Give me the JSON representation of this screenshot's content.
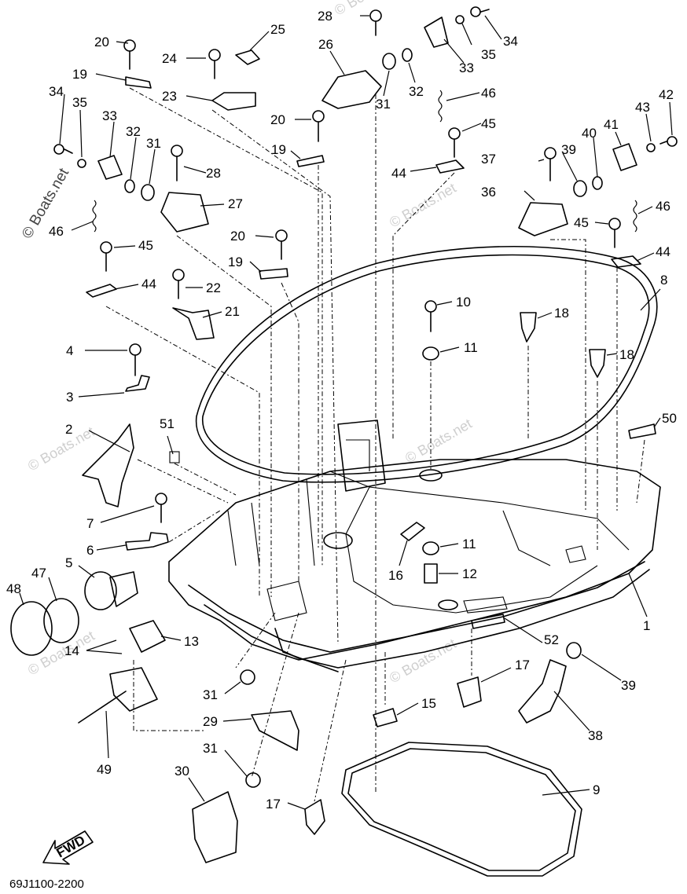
{
  "diagram": {
    "part_code": "69J1100-2200",
    "fwd_label": "FWD",
    "watermark": "© Boats.net",
    "callouts": [
      {
        "id": "c1",
        "label": "1"
      },
      {
        "id": "c2",
        "label": "2"
      },
      {
        "id": "c3",
        "label": "3"
      },
      {
        "id": "c4",
        "label": "4"
      },
      {
        "id": "c5",
        "label": "5"
      },
      {
        "id": "c6",
        "label": "6"
      },
      {
        "id": "c7",
        "label": "7"
      },
      {
        "id": "c8",
        "label": "8"
      },
      {
        "id": "c9",
        "label": "9"
      },
      {
        "id": "c10",
        "label": "10"
      },
      {
        "id": "c11a",
        "label": "11"
      },
      {
        "id": "c11b",
        "label": "11"
      },
      {
        "id": "c12",
        "label": "12"
      },
      {
        "id": "c13",
        "label": "13"
      },
      {
        "id": "c14",
        "label": "14"
      },
      {
        "id": "c15",
        "label": "15"
      },
      {
        "id": "c16",
        "label": "16"
      },
      {
        "id": "c17a",
        "label": "17"
      },
      {
        "id": "c17b",
        "label": "17"
      },
      {
        "id": "c18a",
        "label": "18"
      },
      {
        "id": "c18b",
        "label": "18"
      },
      {
        "id": "c19a",
        "label": "19"
      },
      {
        "id": "c19b",
        "label": "19"
      },
      {
        "id": "c19c",
        "label": "19"
      },
      {
        "id": "c20a",
        "label": "20"
      },
      {
        "id": "c20b",
        "label": "20"
      },
      {
        "id": "c20c",
        "label": "20"
      },
      {
        "id": "c21",
        "label": "21"
      },
      {
        "id": "c22",
        "label": "22"
      },
      {
        "id": "c23",
        "label": "23"
      },
      {
        "id": "c24",
        "label": "24"
      },
      {
        "id": "c25",
        "label": "25"
      },
      {
        "id": "c26",
        "label": "26"
      },
      {
        "id": "c27",
        "label": "27"
      },
      {
        "id": "c28a",
        "label": "28"
      },
      {
        "id": "c28b",
        "label": "28"
      },
      {
        "id": "c29",
        "label": "29"
      },
      {
        "id": "c30",
        "label": "30"
      },
      {
        "id": "c31a",
        "label": "31"
      },
      {
        "id": "c31b",
        "label": "31"
      },
      {
        "id": "c31c",
        "label": "31"
      },
      {
        "id": "c31d",
        "label": "31"
      },
      {
        "id": "c32a",
        "label": "32"
      },
      {
        "id": "c32b",
        "label": "32"
      },
      {
        "id": "c33a",
        "label": "33"
      },
      {
        "id": "c33b",
        "label": "33"
      },
      {
        "id": "c34a",
        "label": "34"
      },
      {
        "id": "c34b",
        "label": "34"
      },
      {
        "id": "c35a",
        "label": "35"
      },
      {
        "id": "c35b",
        "label": "35"
      },
      {
        "id": "c36",
        "label": "36"
      },
      {
        "id": "c37",
        "label": "37"
      },
      {
        "id": "c38",
        "label": "38"
      },
      {
        "id": "c39a",
        "label": "39"
      },
      {
        "id": "c39b",
        "label": "39"
      },
      {
        "id": "c40",
        "label": "40"
      },
      {
        "id": "c41",
        "label": "41"
      },
      {
        "id": "c42",
        "label": "42"
      },
      {
        "id": "c43",
        "label": "43"
      },
      {
        "id": "c44a",
        "label": "44"
      },
      {
        "id": "c44b",
        "label": "44"
      },
      {
        "id": "c44c",
        "label": "44"
      },
      {
        "id": "c45a",
        "label": "45"
      },
      {
        "id": "c45b",
        "label": "45"
      },
      {
        "id": "c45c",
        "label": "45"
      },
      {
        "id": "c46a",
        "label": "46"
      },
      {
        "id": "c46b",
        "label": "46"
      },
      {
        "id": "c46c",
        "label": "46"
      },
      {
        "id": "c47",
        "label": "47"
      },
      {
        "id": "c48",
        "label": "48"
      },
      {
        "id": "c49",
        "label": "49"
      },
      {
        "id": "c50",
        "label": "50"
      },
      {
        "id": "c51",
        "label": "51"
      },
      {
        "id": "c52",
        "label": "52"
      }
    ]
  }
}
